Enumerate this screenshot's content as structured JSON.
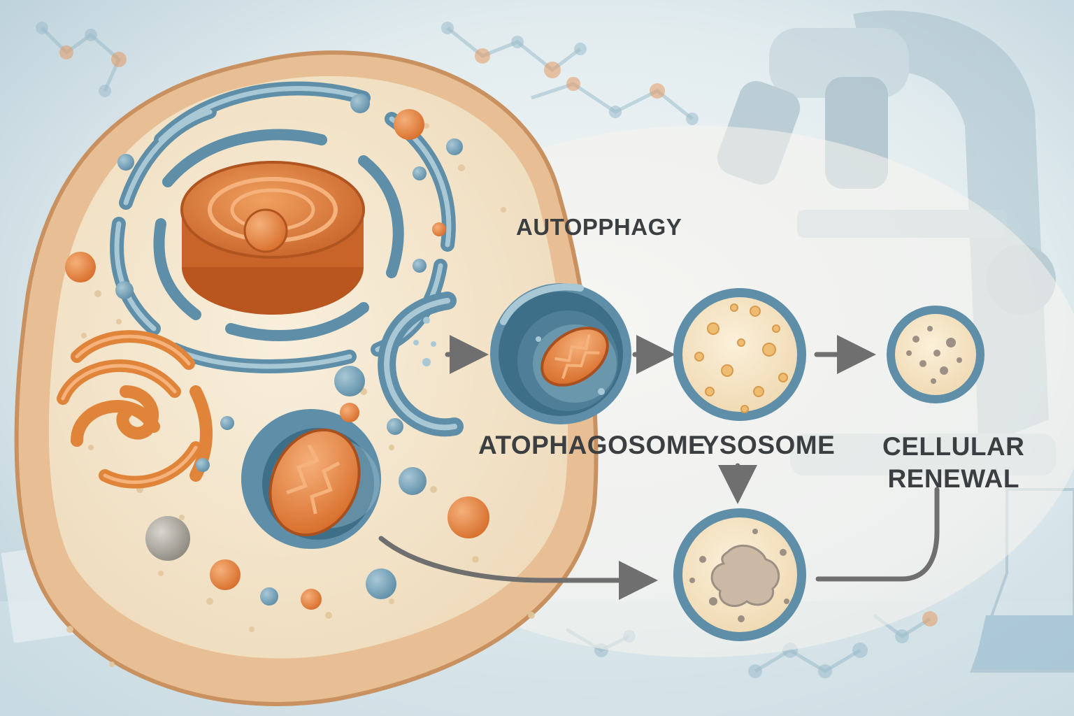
{
  "title": "AUTOPPHAGY",
  "labels": {
    "autophagosome": "ATOPHAGOSOME",
    "lysosome": "LYSOSOME",
    "renewal_line1": "CELLULAR",
    "renewal_line2": "RENEWAL"
  },
  "colors": {
    "background": "#dde9ee",
    "membrane_blue": "#5f8fa8",
    "organelle_orange": "#e0843a",
    "cytoplasm_cream": "#f4e6cc",
    "cell_wall": "#eac7a0",
    "arrow_gray": "#6f6f6f",
    "label_text": "#3c3f42"
  },
  "icons": [
    "microscope-icon",
    "molecule-icon",
    "flask-icon"
  ]
}
